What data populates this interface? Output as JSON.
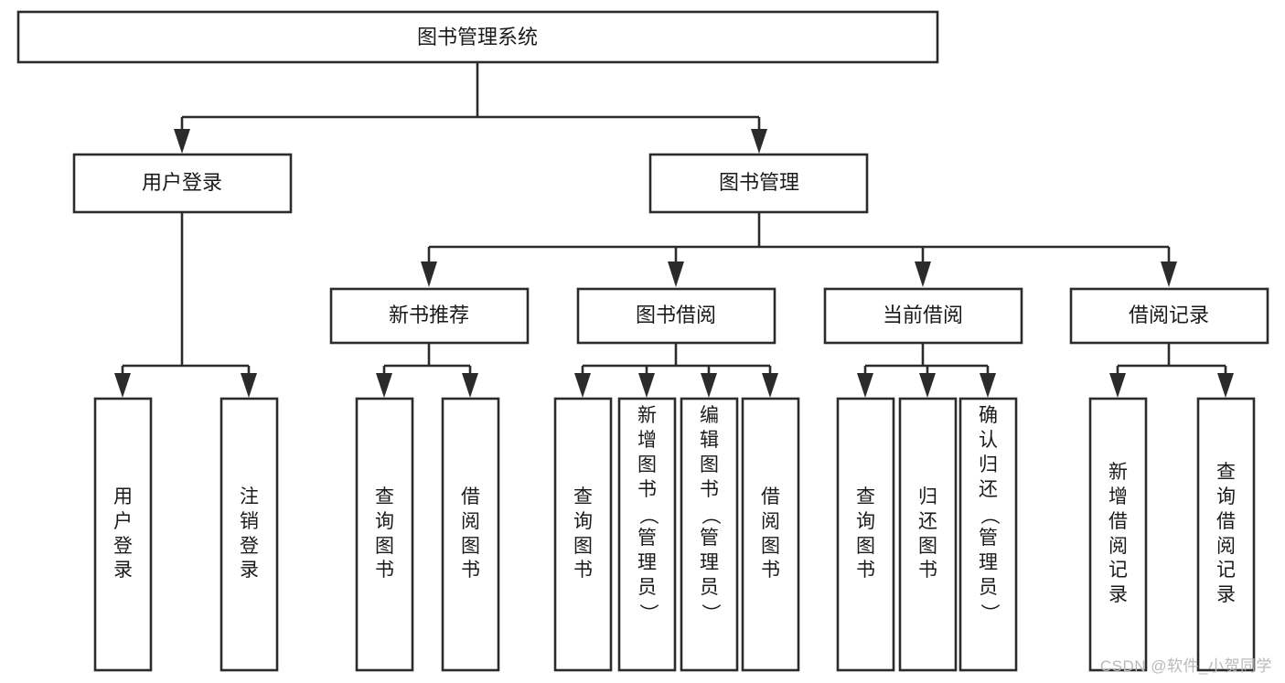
{
  "diagram": {
    "type": "tree",
    "title": "图书管理系统",
    "watermark": "CSDN @软件_小贺同学",
    "colors": {
      "stroke": "#2b2b2b",
      "fill": "#ffffff",
      "text": "#1a1a1a",
      "watermark": "#b9b9b9"
    },
    "levels": {
      "root": {
        "label": "图书管理系统"
      },
      "level2": [
        {
          "label": "用户登录"
        },
        {
          "label": "图书管理"
        }
      ],
      "level3": [
        {
          "label": "新书推荐"
        },
        {
          "label": "图书借阅"
        },
        {
          "label": "当前借阅"
        },
        {
          "label": "借阅记录"
        }
      ],
      "leaves_user_login": [
        {
          "label": "用户登录"
        },
        {
          "label": "注销登录"
        }
      ],
      "leaves_new_book": [
        {
          "label": "查询图书"
        },
        {
          "label": "借阅图书"
        }
      ],
      "leaves_borrow": [
        {
          "label": "查询图书"
        },
        {
          "label": "新增图书（管理员）"
        },
        {
          "label": "编辑图书（管理员）"
        },
        {
          "label": "借阅图书"
        }
      ],
      "leaves_current": [
        {
          "label": "查询图书"
        },
        {
          "label": "归还图书"
        },
        {
          "label": "确认归还（管理员）"
        }
      ],
      "leaves_record": [
        {
          "label": "新增借阅记录"
        },
        {
          "label": "查询借阅记录"
        }
      ]
    }
  }
}
